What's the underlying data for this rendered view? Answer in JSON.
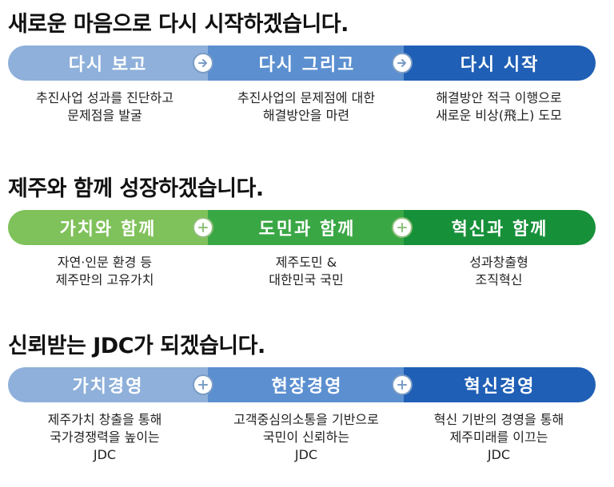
{
  "sections": [
    {
      "heading": "새로운 마음으로 다시 시작하겠습니다.",
      "connector_icon": "chevron-right-icon",
      "colors": [
        "#8eb0da",
        "#5b8fd0",
        "#1f5fb5"
      ],
      "connector_color": "#7a9cc6",
      "steps": [
        {
          "label": "다시 보고",
          "desc": [
            "추진사업 성과를 진단하고",
            "문제점을 발굴"
          ]
        },
        {
          "label": "다시 그리고",
          "desc": [
            "추진사업의 문제점에 대한",
            "해결방안을 마련"
          ]
        },
        {
          "label": "다시 시작",
          "desc": [
            "해결방안 적극 이행으로",
            "새로운 비상(飛上) 도모"
          ]
        }
      ]
    },
    {
      "heading": "제주와 함께 성장하겠습니다.",
      "connector_icon": "plus-icon",
      "colors": [
        "#7fc15a",
        "#3aa745",
        "#17903a"
      ],
      "connector_color": "#8fbf7a",
      "steps": [
        {
          "label": "가치와 함께",
          "desc": [
            "자연·인문 환경 등",
            "제주만의 고유가치"
          ]
        },
        {
          "label": "도민과 함께",
          "desc": [
            "제주도민 &",
            "대한민국 국민"
          ]
        },
        {
          "label": "혁신과 함께",
          "desc": [
            "성과창출형",
            "조직혁신"
          ]
        }
      ]
    },
    {
      "heading": "신뢰받는 JDC가 되겠습니다.",
      "connector_icon": "plus-icon",
      "colors": [
        "#8eb0da",
        "#5b8fd0",
        "#1f5fb5"
      ],
      "connector_color": "#7a9cc6",
      "steps": [
        {
          "label": "가치경영",
          "desc": [
            "제주가치 창출을 통해",
            "국가경쟁력을 높이는",
            "JDC"
          ]
        },
        {
          "label": "현장경영",
          "desc": [
            "고객중심의소통을 기반으로",
            "국민이 신뢰하는",
            "JDC"
          ]
        },
        {
          "label": "혁신경영",
          "desc": [
            "혁신 기반의 경영을 통해",
            "제주미래를 이끄는",
            "JDC"
          ]
        }
      ]
    }
  ]
}
